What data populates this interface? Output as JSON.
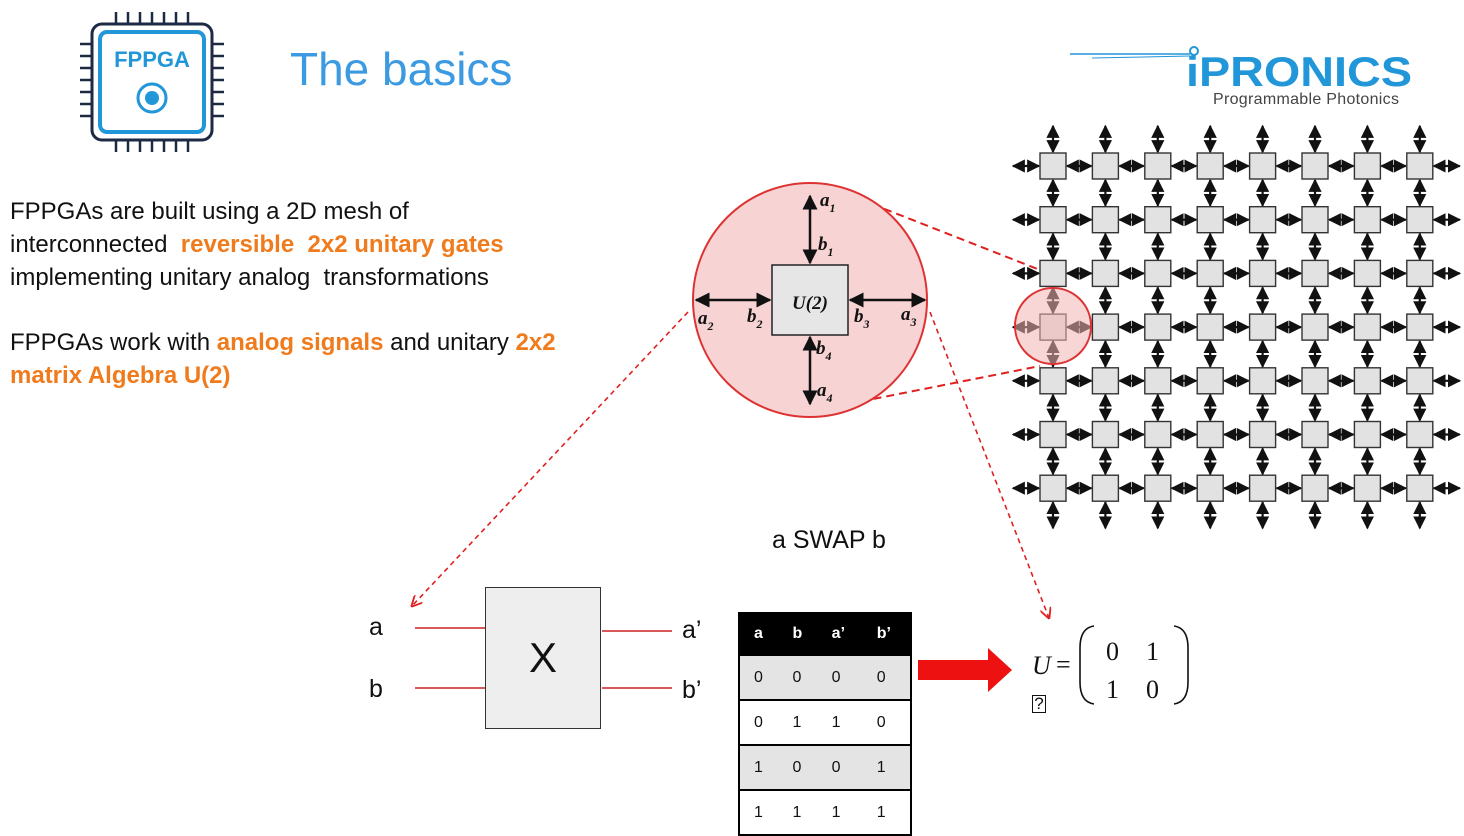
{
  "logo": {
    "label": "FPPGA"
  },
  "title": "The basics",
  "brand": {
    "name": "iPRONICS",
    "tagline": "Programmable Photonics"
  },
  "paragraph1": {
    "line1": "FPPGAs are built using a 2D mesh of",
    "line2_a": "interconnected ",
    "line2_b": "reversible  2x2 unitary gates",
    "line3": "implementing unitary analog  transformations"
  },
  "paragraph2": {
    "l1_a": "FPPGAs work with ",
    "l1_b": "analog signals",
    "l1_c": " and unitary ",
    "l1_d": "2x2",
    "l2": "matrix Algebra U(2)"
  },
  "zoom": {
    "gate_label": "U(2)",
    "ports": [
      "a1",
      "b1",
      "a2",
      "b2",
      "b3",
      "a3",
      "b4",
      "a4"
    ]
  },
  "mesh": {
    "rows": 7,
    "cols": 8
  },
  "swap": {
    "caption": "a SWAP b",
    "gate_symbol": "X",
    "inputs": [
      "a",
      "b"
    ],
    "outputs": [
      "a’",
      "b’"
    ]
  },
  "truth_table": {
    "headers": [
      "a",
      "b",
      "a’",
      "b’"
    ],
    "rows": [
      [
        "0",
        "0",
        "0",
        "0"
      ],
      [
        "0",
        "1",
        "1",
        "0"
      ],
      [
        "1",
        "0",
        "0",
        "1"
      ],
      [
        "1",
        "1",
        "1",
        "1"
      ]
    ]
  },
  "matrix": {
    "lhs": "U",
    "values": [
      [
        "0",
        "1"
      ],
      [
        "1",
        "0"
      ]
    ],
    "missing_glyph": "?"
  },
  "colors": {
    "title": "#3b9ae1",
    "highlight": "#f07b1c",
    "arrow": "#ee1111",
    "zoom_fill": "#f7d3d3",
    "zoom_stroke": "#dd3333"
  }
}
